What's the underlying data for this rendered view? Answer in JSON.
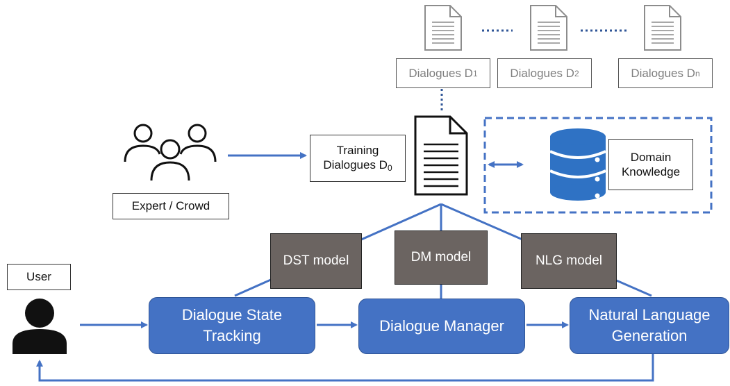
{
  "expert_label": "Expert / Crowd",
  "user_label": "User",
  "training": {
    "line1": "Training",
    "line2": "Dialogues D",
    "sub": "0"
  },
  "domain": {
    "line1": "Domain",
    "line2": "Knowledge"
  },
  "dialogue_sets": [
    {
      "text": "Dialogues D",
      "sub": "1"
    },
    {
      "text": "Dialogues D",
      "sub": "2"
    },
    {
      "text": "Dialogues D",
      "sub": "n"
    }
  ],
  "models": {
    "dst": "DST model",
    "dm": "DM model",
    "nlg": "NLG model"
  },
  "modules": {
    "dst": {
      "line1": "Dialogue State",
      "line2": "Tracking"
    },
    "dm": {
      "line1": "Dialogue Manager"
    },
    "nlg": {
      "line1": "Natural Language",
      "line2": "Generation"
    }
  },
  "colors": {
    "accent_blue": "#4472c4",
    "model_grey": "#6b6461",
    "doc_grey": "#7f7f7f"
  },
  "icons": [
    "people-group-icon",
    "document-icon",
    "database-icon",
    "user-icon"
  ]
}
